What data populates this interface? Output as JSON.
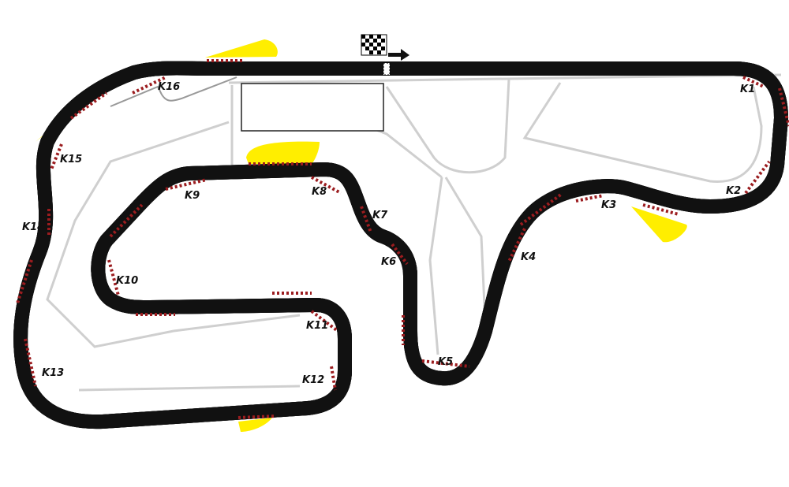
{
  "track": {
    "corner_labels": [
      "K1",
      "K2",
      "K3",
      "K4",
      "K5",
      "K6",
      "K7",
      "K8",
      "K9",
      "K10",
      "K11",
      "K12",
      "K13",
      "K14",
      "K15",
      "K16"
    ],
    "start_finish_icon": "checkered-flag-icon",
    "direction_icon": "arrow-right-icon",
    "colors": {
      "track_edge": "#111111",
      "racing_line": "#c0282d",
      "kerb": "#9b1c1f",
      "gravel": "#ffee00",
      "service_roads": "#cccccc"
    }
  }
}
